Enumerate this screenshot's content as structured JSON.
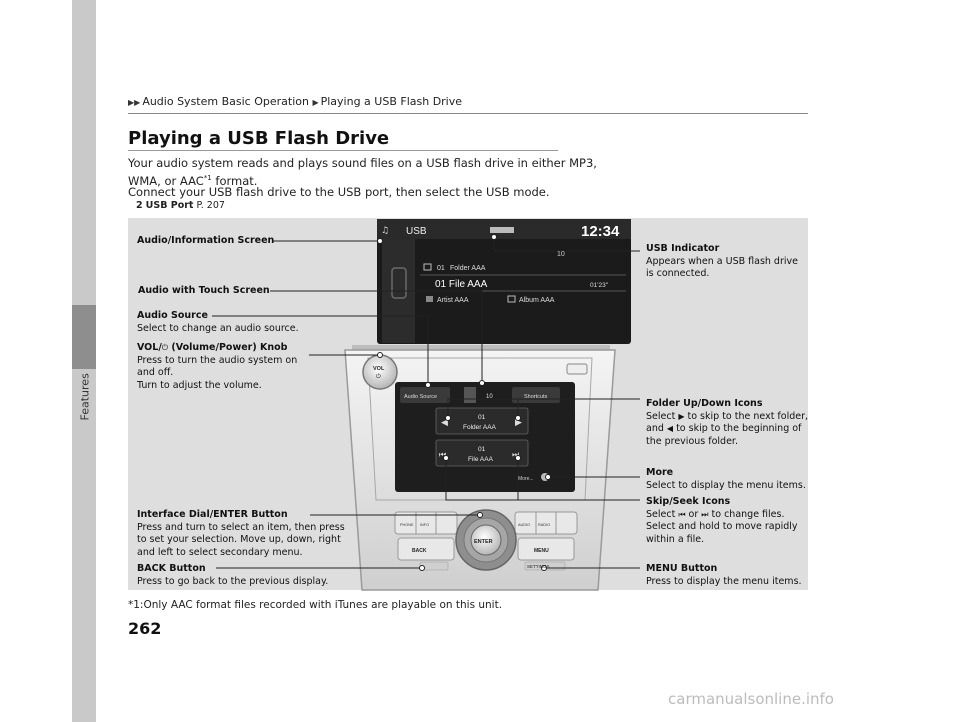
{
  "sidebar": {
    "label": "Features"
  },
  "breadcrumb": {
    "item1": "Audio System Basic Operation",
    "item2": "Playing a USB Flash Drive"
  },
  "title": "Playing a USB Flash Drive",
  "intro": {
    "line1": "Your audio system reads and plays sound files on a USB flash drive in either MP3,",
    "line2a": "WMA, or AAC",
    "line2sup": "*1",
    "line2b": " format.",
    "line3": "Connect your USB flash drive to the USB port, then select the USB mode."
  },
  "xref": {
    "marker": "2",
    "label": "USB Port",
    "page": " P. 207"
  },
  "screen": {
    "source": "USB",
    "clock": "12:34",
    "folder_num": "01",
    "folder": "Folder AAA",
    "file": "01 File AAA",
    "time": "01'23\"",
    "artist": "Artist AAA",
    "album": "Album AAA",
    "track_count": "10"
  },
  "touch": {
    "audio_source": "Audio Source",
    "shortcuts": "Shortcuts",
    "count": "10",
    "folder_num": "01",
    "folder": "Folder AAA",
    "file_num": "01",
    "file": "File AAA",
    "more": "More..."
  },
  "console": {
    "vol": "VOL",
    "enter": "ENTER",
    "back": "BACK",
    "menu": "MENU",
    "settings": "SETTINGS",
    "btn_phone": "PHONE",
    "btn_info": "INFO",
    "btn_audio": "AUDIO",
    "btn_radio": "RADIO"
  },
  "callouts": {
    "audio_info_screen": "Audio/Information Screen",
    "audio_touch": "Audio with Touch Screen",
    "audio_source_title": "Audio Source",
    "audio_source_desc": "Select to change an audio source.",
    "vol_title_a": "VOL/",
    "vol_title_b": " (Volume/Power) Knob",
    "vol_desc1": "Press to turn the audio system on",
    "vol_desc2": "and off.",
    "vol_desc3": "Turn to adjust the volume.",
    "dial_title": "Interface Dial/ENTER Button",
    "dial_desc1": "Press and turn to select an item, then press",
    "dial_desc2": "to set your selection. Move up, down, right",
    "dial_desc3": "and left to select secondary menu.",
    "back_title": "BACK Button",
    "back_desc": "Press to go back to the previous display.",
    "usb_title": "USB Indicator",
    "usb_desc1": "Appears when a USB flash drive",
    "usb_desc2": "is connected.",
    "folder_title": "Folder Up/Down Icons",
    "folder_desc1a": "Select ",
    "folder_desc1b": " to skip to the next folder,",
    "folder_desc2a": "and ",
    "folder_desc2b": " to skip to the beginning of",
    "folder_desc3": "the previous folder.",
    "more_title": "More",
    "more_desc": "Select to display the menu items.",
    "skip_title": "Skip/Seek Icons",
    "skip_desc1a": "Select ",
    "skip_desc1b": " or ",
    "skip_desc1c": " to change files.",
    "skip_desc2": "Select and hold to move rapidly",
    "skip_desc3": "within a file.",
    "menu_title": "MENU Button",
    "menu_desc": "Press to display the menu items."
  },
  "footnote": "*1:Only AAC format files recorded with iTunes are playable on this unit.",
  "page_number": "262",
  "watermark": "carmanualsonline.info"
}
